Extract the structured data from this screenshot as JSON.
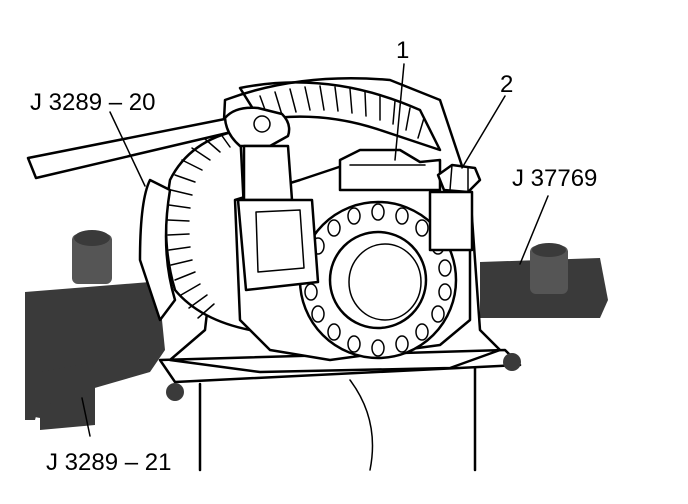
{
  "labels": {
    "tool_j3289_20": "J 3289 – 20",
    "tool_j3289_21": "J 3289 – 21",
    "tool_j37769": "J 37769",
    "callout_1": "1",
    "callout_2": "2"
  },
  "colors": {
    "ink": "#000000",
    "background": "#ffffff",
    "shading": "#3a3a3a"
  }
}
